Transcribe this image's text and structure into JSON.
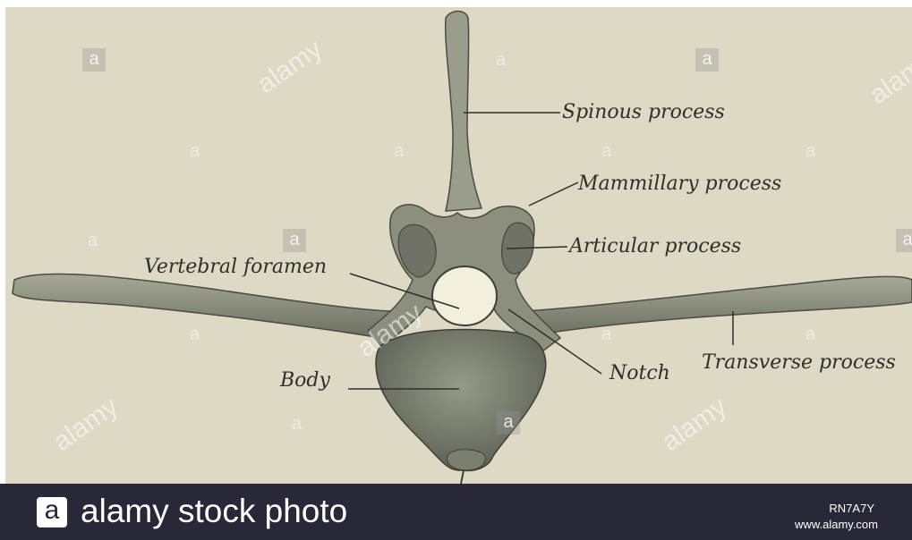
{
  "figure": {
    "labels": {
      "spinous": "Spinous process",
      "mammillary": "Mammillary process",
      "articular": "Articular process",
      "foramen": "Vertebral foramen",
      "body": "Body",
      "notch": "Notch",
      "transverse": "Transverse process"
    },
    "watermark": {
      "text": "alamy",
      "letter": "a"
    }
  },
  "footer": {
    "logo_letter": "a",
    "brand": "alamy stock photo",
    "image_id": "RN7A7Y",
    "site": "www.alamy.com"
  },
  "colors": {
    "paper": "#ddd9c4",
    "bone": "#8f9383",
    "bone_dark": "#5b5e52",
    "footer_bg": "#282838",
    "footer_text": "#ffffff"
  }
}
